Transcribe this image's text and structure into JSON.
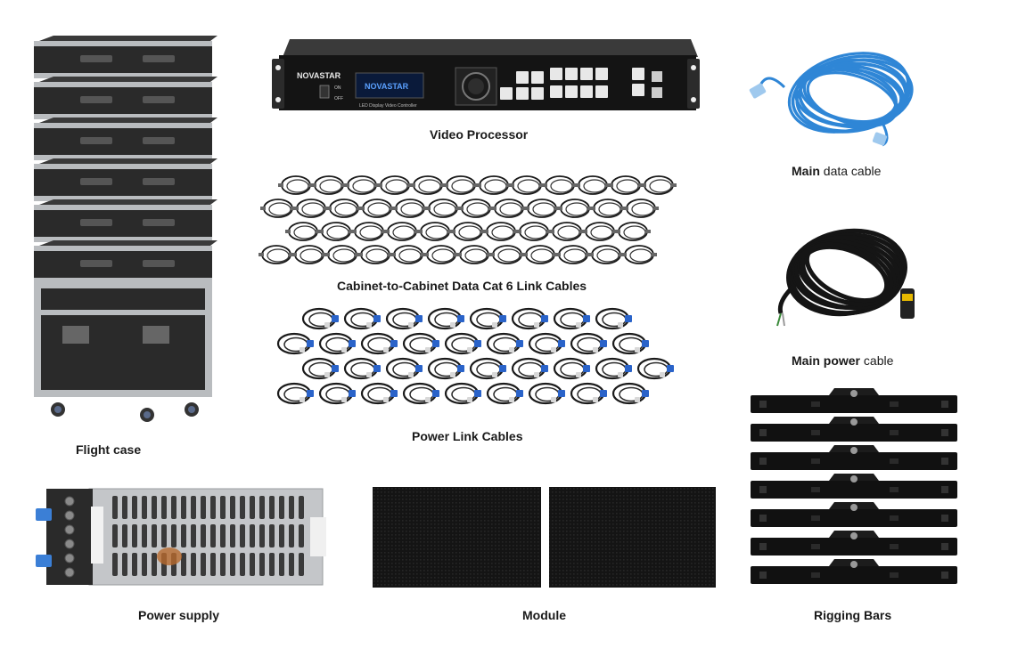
{
  "products": {
    "video_processor": {
      "caption": "Video Processor",
      "brand": "NOVASTAR",
      "panel_text": "LED Display  Video Controller",
      "switch_on": "ON",
      "switch_off": "OFF"
    },
    "main_data_cable": {
      "caption_bold": "Main",
      "caption_rest": " data cable"
    },
    "main_power_cable": {
      "caption_bold": "Main power",
      "caption_rest": " cable"
    },
    "flight_case": {
      "caption": "Flight case"
    },
    "cat6_link_cables": {
      "caption": "Cabinet-to-Cabinet Data Cat 6 Link Cables"
    },
    "power_link_cables": {
      "caption": "Power Link Cables"
    },
    "power_supply": {
      "caption": "Power supply"
    },
    "module": {
      "caption": "Module"
    },
    "rigging_bars": {
      "caption": "Rigging Bars"
    }
  },
  "colors": {
    "ethernet_blue": "#2f86d6",
    "power_connector_blue": "#2a63c9",
    "case_black": "#2a2a2a",
    "case_silver": "#b9bcbf"
  }
}
